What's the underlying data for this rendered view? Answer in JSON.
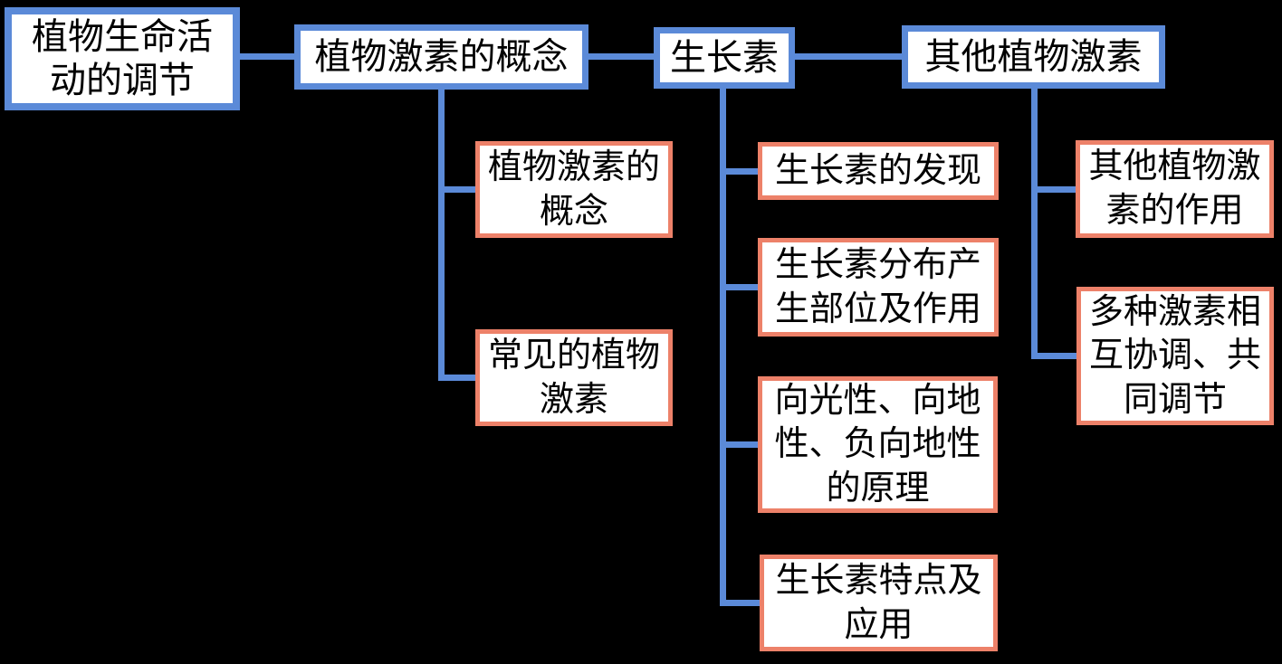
{
  "diagram": {
    "background_color": "#000000",
    "node_fill_color": "#FFFFFF",
    "text_color": "#000000",
    "level1_border_color": "#5B8AD8",
    "leaf_border_color": "#ED8169",
    "connector_color": "#5B8AD8",
    "root": {
      "label": "植物生命活\n动的调节"
    },
    "branches": [
      {
        "label": "植物激素的概念",
        "children": [
          {
            "label": "植物激素的\n概念"
          },
          {
            "label": "常见的植物\n激素"
          }
        ]
      },
      {
        "label": "生长素",
        "children": [
          {
            "label": "生长素的发现"
          },
          {
            "label": "生长素分布产\n生部位及作用"
          },
          {
            "label": "向光性、向地\n性、负向地性\n的原理"
          },
          {
            "label": "生长素特点及\n应用"
          }
        ]
      },
      {
        "label": "其他植物激素",
        "children": [
          {
            "label": "其他植物激\n素的作用"
          },
          {
            "label": "多种激素相\n互协调、共\n同调节"
          }
        ]
      }
    ]
  }
}
